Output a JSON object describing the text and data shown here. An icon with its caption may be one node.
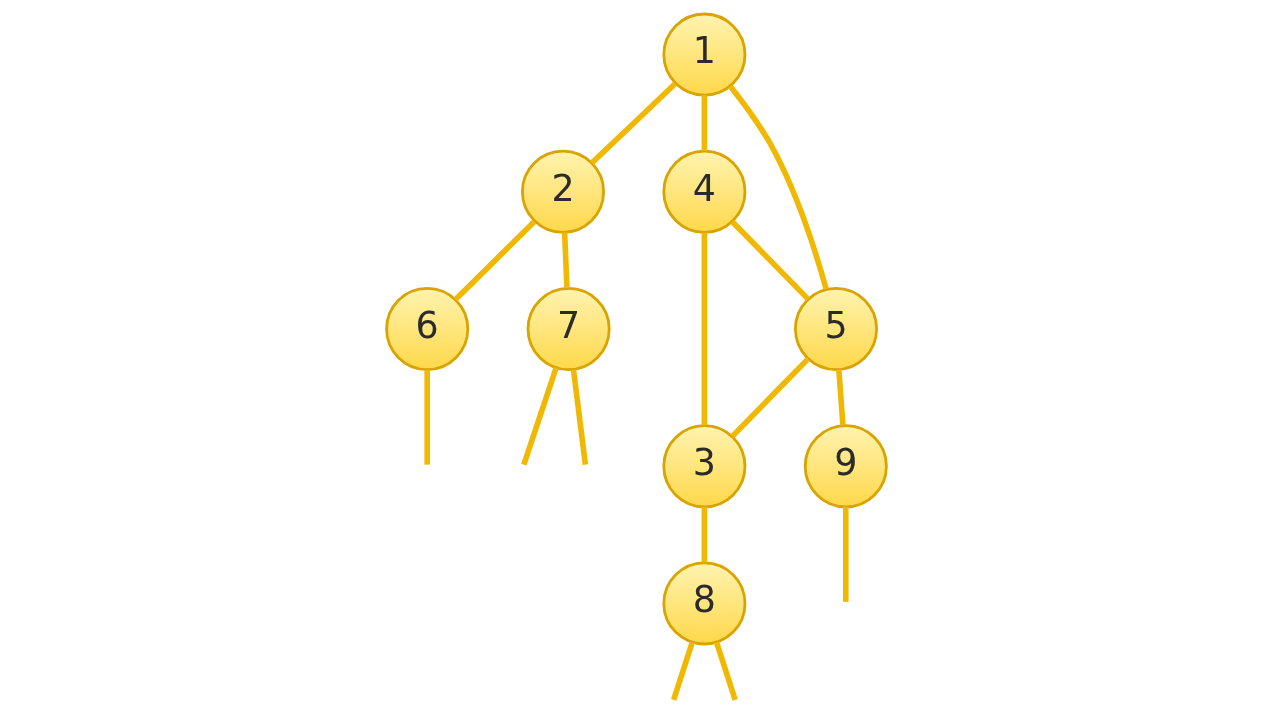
{
  "diagram": {
    "nodes": [
      {
        "text": [
          "1"
        ]
      },
      {
        "text": [
          "2"
        ]
      },
      {
        "text": [
          "3"
        ]
      },
      {
        "text": [
          "4"
        ]
      },
      {
        "text": [
          "5"
        ]
      },
      {
        "text": [
          "6"
        ]
      },
      {
        "text": [
          "7"
        ]
      },
      {
        "text": [
          "8"
        ]
      },
      {
        "text": [
          "9"
        ]
      }
    ],
    "edges": [
      {
        "from": 0,
        "to": 1,
        "arrow": "none"
      },
      {
        "from": 0,
        "to": 3,
        "arrow": "none"
      },
      {
        "from": 0,
        "to": 4,
        "arrow": "none"
      },
      {
        "from": 1,
        "to": 5,
        "arrow": "none"
      },
      {
        "from": 1,
        "to": 6,
        "arrow": "none"
      },
      {
        "from": 3,
        "to": 4,
        "arrow": "none"
      },
      {
        "from": 3,
        "to": 2,
        "arrow": "none"
      },
      {
        "from": 4,
        "to": 2,
        "arrow": "none"
      },
      {
        "from": 4,
        "to": 8,
        "arrow": "none"
      },
      {
        "from": 2,
        "to": 7,
        "arrow": "none"
      },
      {
        "from": 5,
        "to": null,
        "arrow": "none"
      },
      {
        "from": 6,
        "to": null,
        "arrow": "none"
      },
      {
        "from": 6,
        "to": null,
        "arrow": "none"
      },
      {
        "from": 7,
        "to": null,
        "arrow": "none"
      },
      {
        "from": 7,
        "to": null,
        "arrow": "none"
      },
      {
        "from": 8,
        "to": null,
        "arrow": "none"
      }
    ]
  }
}
